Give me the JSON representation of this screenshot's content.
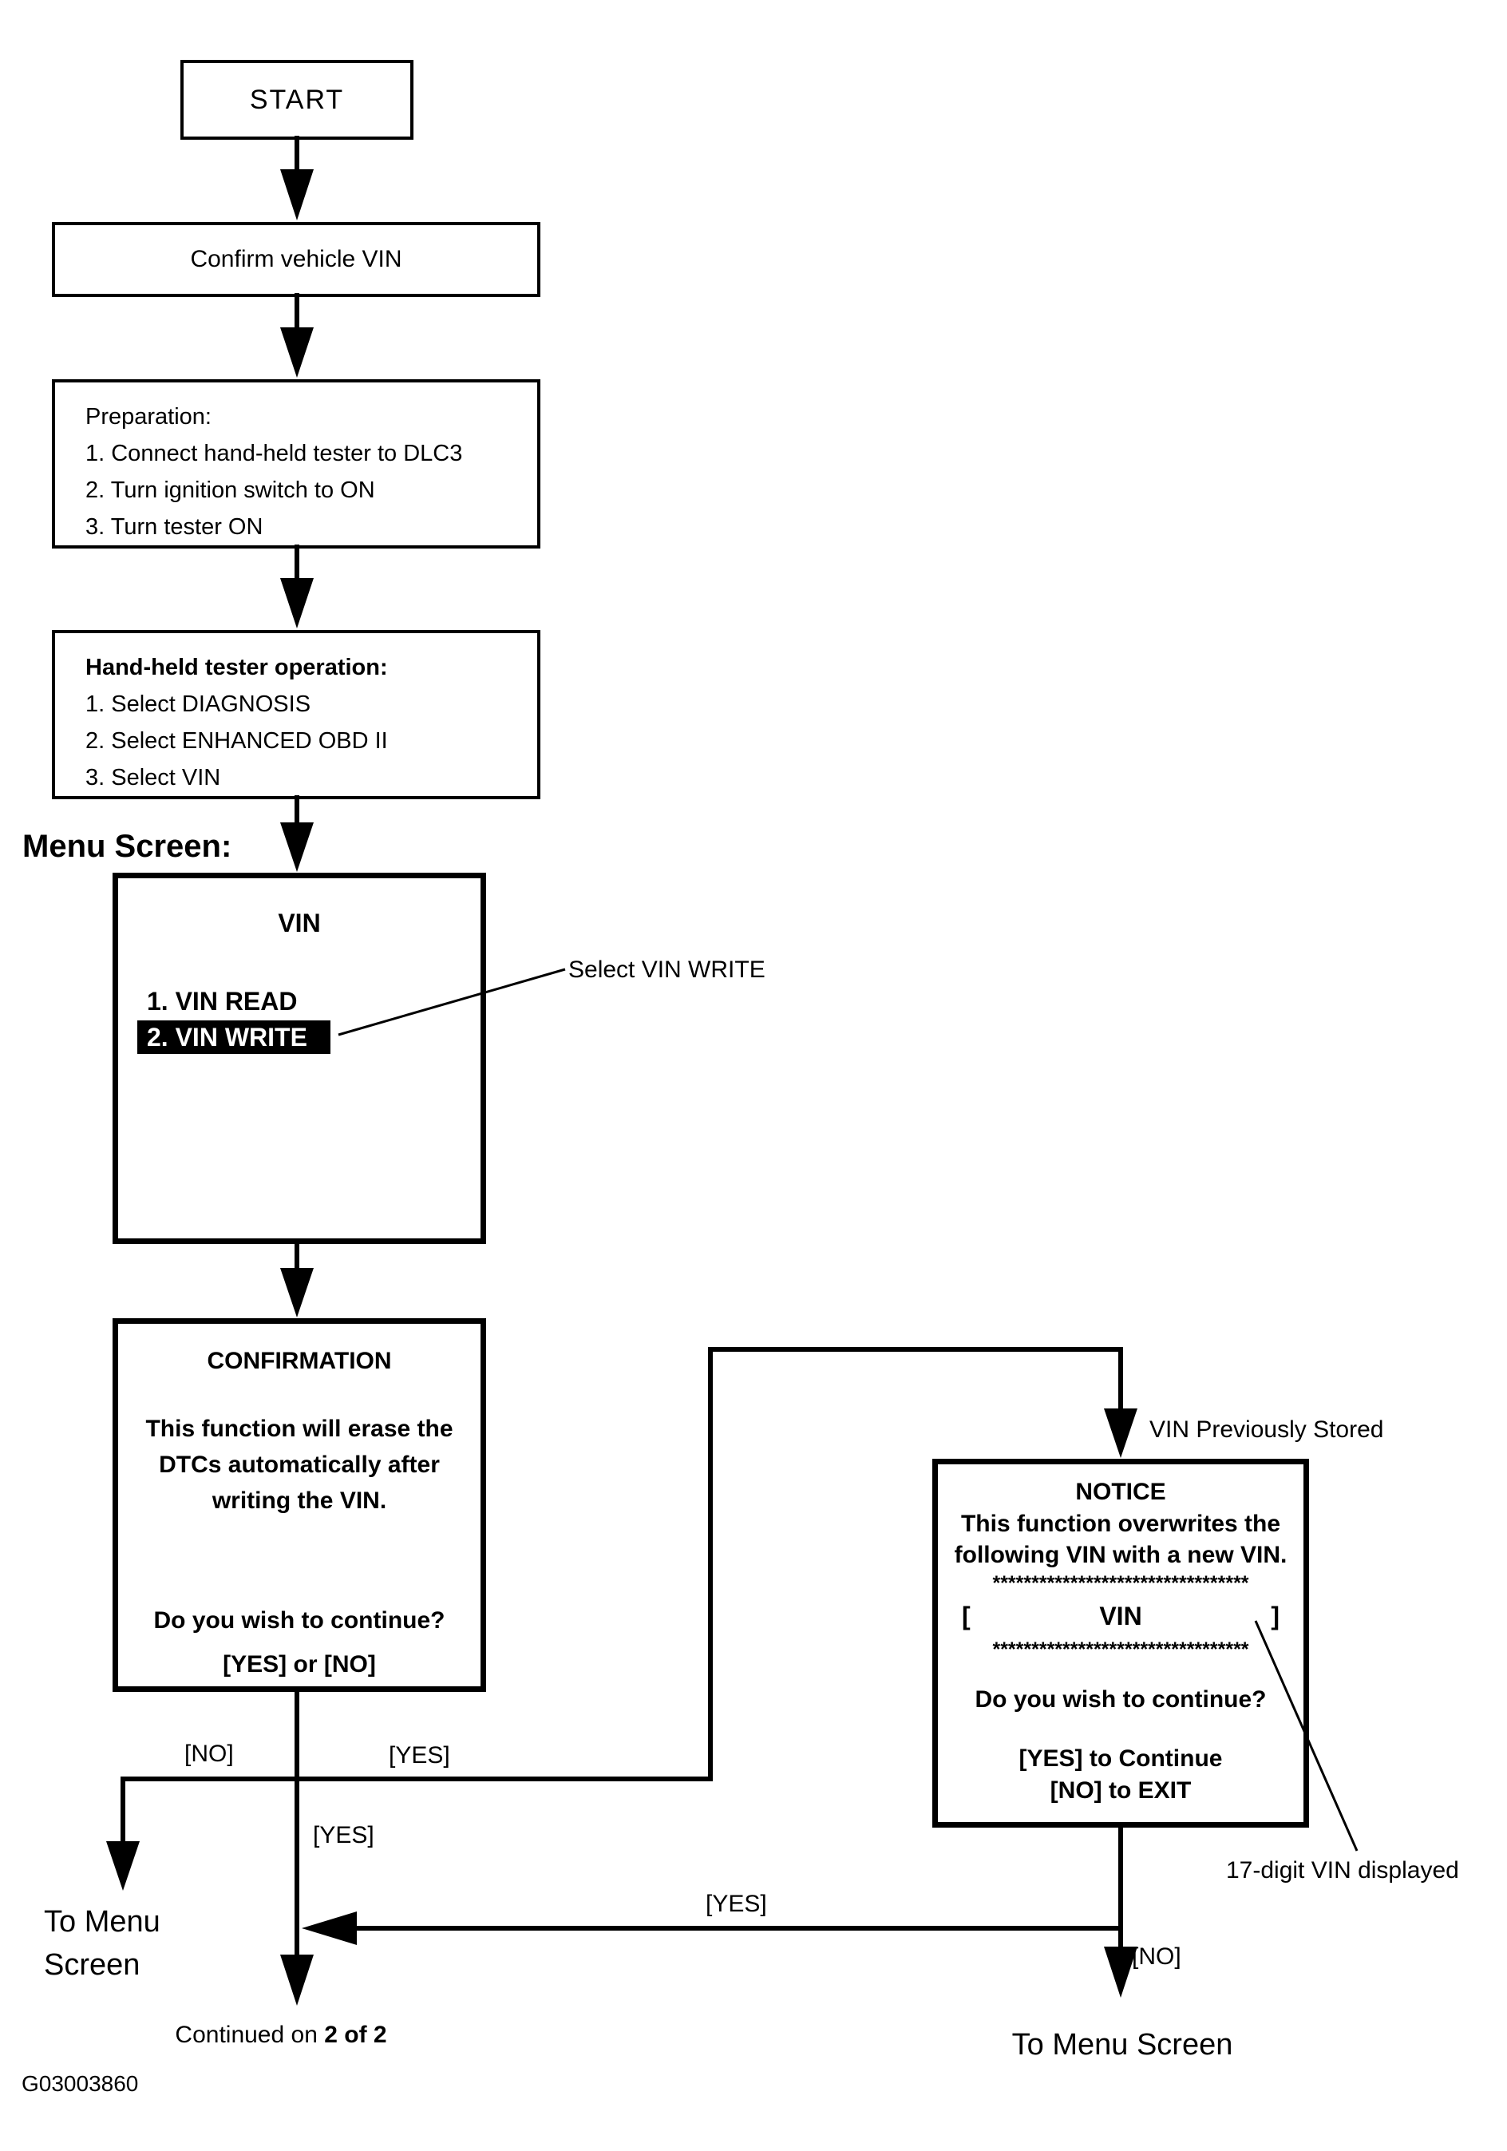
{
  "page": {
    "background": "#ffffff",
    "ink": "#000000"
  },
  "diagram": {
    "menu_screen_label": "Menu Screen:",
    "figure_id": "G03003860",
    "nodes": {
      "start": {
        "label": "START"
      },
      "confirm_vin": {
        "label": "Confirm vehicle VIN"
      },
      "preparation": {
        "title": "Preparation:",
        "steps": [
          "1. Connect hand-held tester to DLC3",
          "2. Turn ignition switch to ON",
          "3. Turn tester ON"
        ]
      },
      "tester_operation": {
        "title": "Hand-held tester operation:",
        "steps": [
          "1. Select DIAGNOSIS",
          "2. Select ENHANCED OBD II",
          "3. Select VIN"
        ]
      },
      "vin_menu": {
        "title": "VIN",
        "item_read": "1. VIN READ",
        "item_write": "2. VIN WRITE"
      },
      "confirmation": {
        "title": "CONFIRMATION",
        "body_lines": [
          "This function will erase the",
          "DTCs automatically after",
          "writing the VIN."
        ],
        "question": "Do you wish to continue?",
        "options": "[YES] or [NO]"
      },
      "notice": {
        "title": "NOTICE",
        "body_lines": [
          "This function overwrites the",
          "following VIN with a new VIN."
        ],
        "stars": "*********************************",
        "bracket_open": "[",
        "vin_placeholder": "VIN",
        "bracket_close": "]",
        "question": "Do you wish to continue?",
        "option_yes": "[YES] to Continue",
        "option_no": "[NO] to EXIT"
      }
    },
    "annotations": {
      "select_vin_write": "Select VIN WRITE",
      "vin_previously_stored": "VIN Previously Stored",
      "seventeen_digit_vin": "17-digit VIN displayed"
    },
    "edge_labels": {
      "confirmation_no": "[NO]",
      "confirmation_yes": "[YES]",
      "spine_yes": "[YES]",
      "notice_yes": "[YES]",
      "notice_no": "[NO]"
    },
    "exits": {
      "menu_left_line1": "To Menu",
      "menu_left_line2": "Screen",
      "menu_right": "To Menu Screen",
      "continued_prefix": "Continued on",
      "continued_page": "2 of 2"
    }
  }
}
